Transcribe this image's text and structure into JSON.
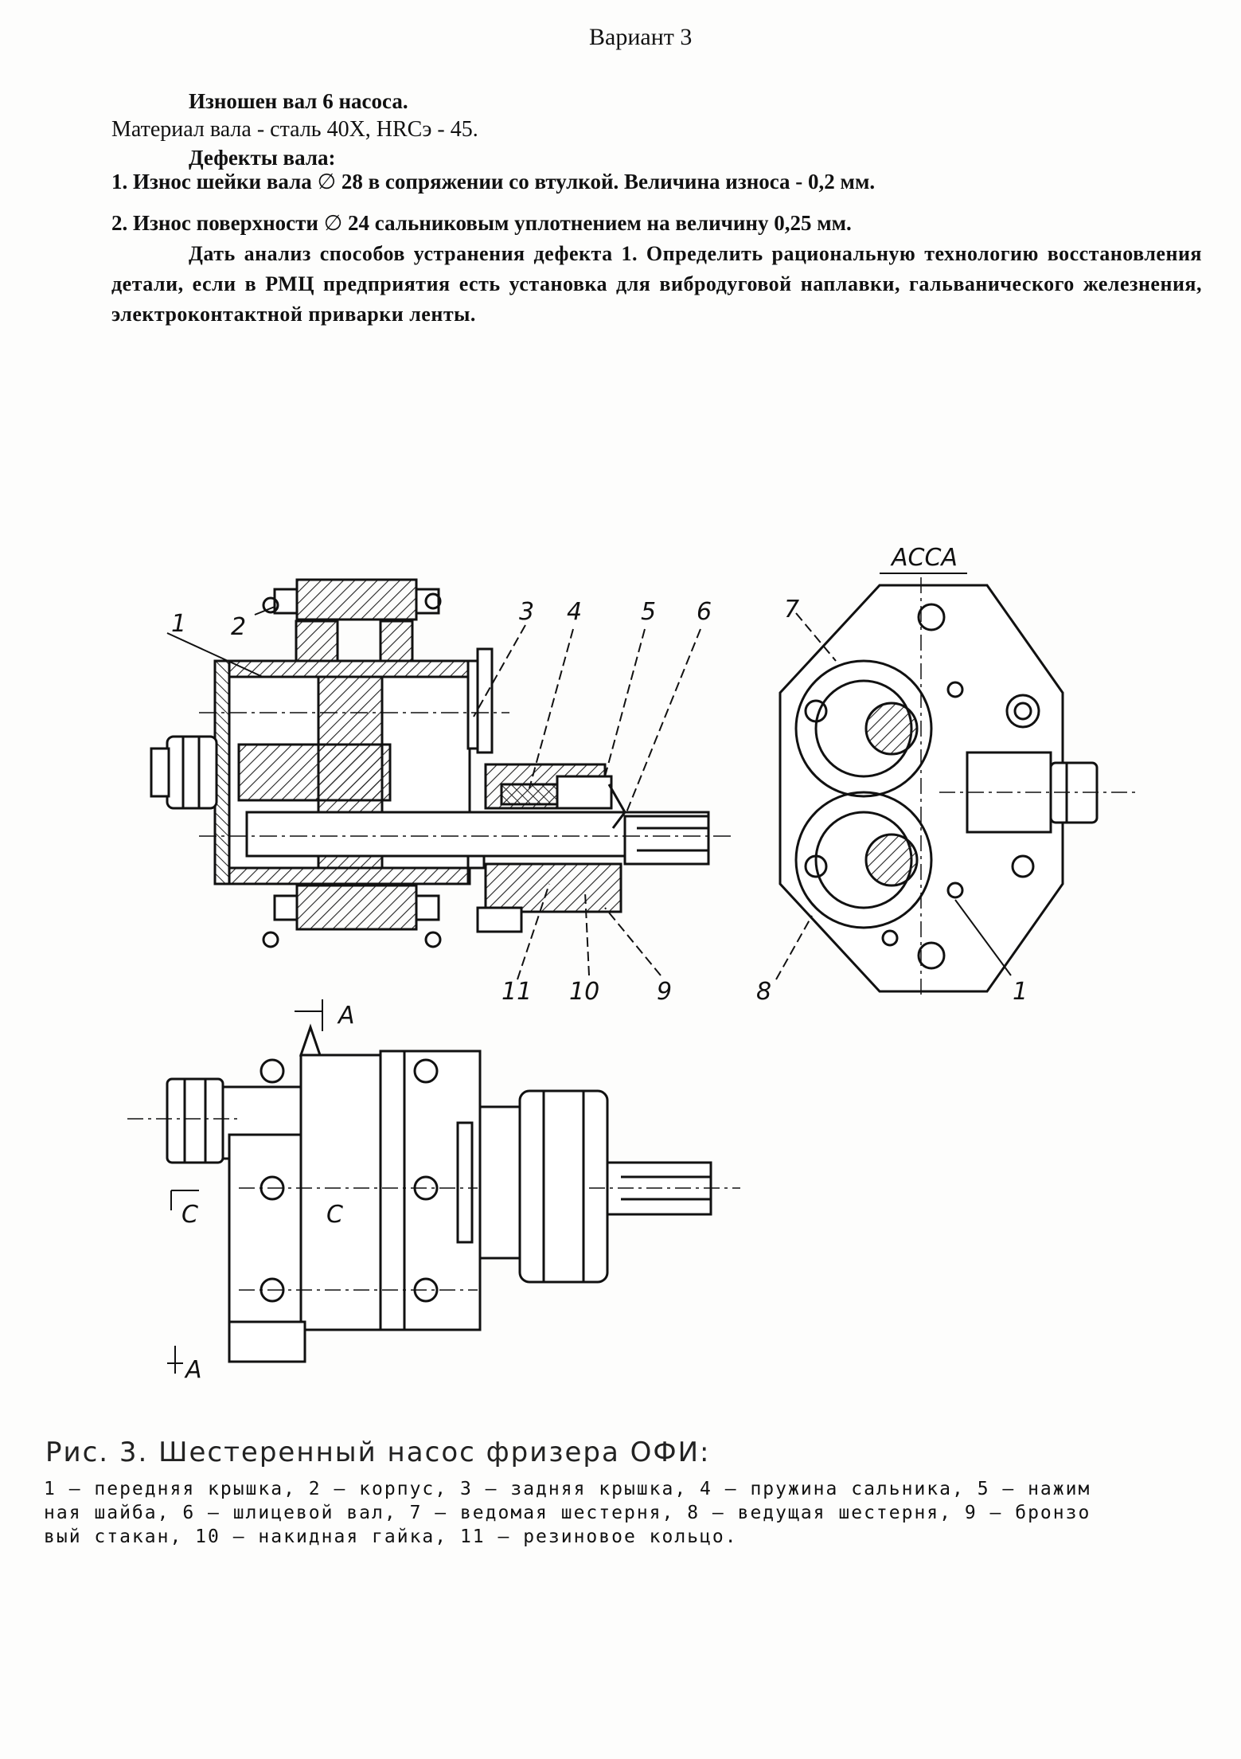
{
  "header": {
    "variant": "Вариант 3"
  },
  "task": {
    "worn_part": "Изношен вал 6 насоса.",
    "material": "Материал вала - сталь 40Х, HRCэ - 45.",
    "defects_heading": "Дефекты вала:",
    "defect_1_prefix": "1. Износ шейки вала ",
    "defect_1_rest": "28 в сопряжении со втулкой. Величина износа - 0,2 мм.",
    "defect_2_prefix": "2. Износ поверхности ",
    "defect_2_rest": "24 сальниковым уплотнением на величину 0,25 мм.",
    "diameter_symbol": "∅",
    "assignment": "Дать анализ способов устранения дефекта 1. Определить рациональную технологию восстановления детали, если в РМЦ предприятия есть установка для вибродуговой наплавки, гальванического железнения, электроконтактной приварки ленты."
  },
  "figure": {
    "section_label": "АССА",
    "callouts": {
      "n1": "1",
      "n2": "2",
      "n3": "3",
      "n4": "4",
      "n5": "5",
      "n6": "6",
      "n7": "7",
      "n8": "8",
      "n9": "9",
      "n10": "10",
      "n11": "11"
    },
    "view_labels": {
      "a_top": "А",
      "a_bottom": "А",
      "c_left": "С",
      "c_right": "С"
    }
  },
  "caption": {
    "title": "Рис. 3. Шестеренный насос фризера ОФИ:",
    "legend_line_1": "1 — передняя крышка, 2 — корпус, 3 — задняя крышка, 4 — пружина сальника, 5 — нажим",
    "legend_line_2": "ная шайба, 6 — шлицевой вал, 7 — ведомая шестерня, 8 — ведущая шестерня, 9 — бронзо",
    "legend_line_3": "вый стакан, 10 — накидная гайка, 11 — резиновое кольцо."
  }
}
